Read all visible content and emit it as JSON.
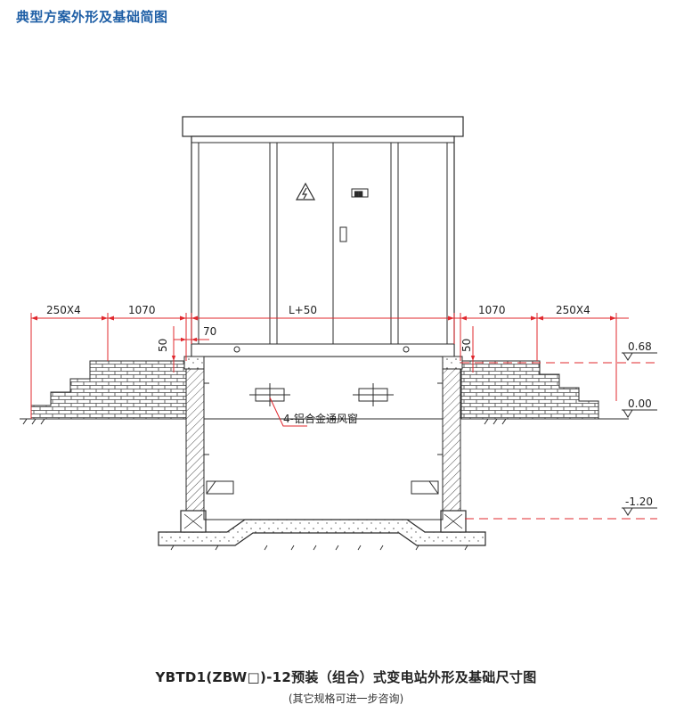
{
  "page": {
    "heading": "典型方案外形及基础简图",
    "caption": "YBTD1(ZBW□)-12预装（组合）式变电站外形及基础尺寸图",
    "note": "(其它规格可进一步咨询)"
  },
  "dimensions": {
    "left_outer": "250X4",
    "left_inner": "1070",
    "center": "L+50",
    "right_inner": "1070",
    "right_outer": "250X4",
    "gap": "70",
    "depth": "50",
    "depth_right": "50"
  },
  "elevations": {
    "top": "0.68",
    "ground": "0.00",
    "bottom": "-1.20"
  },
  "labels": {
    "vent": "4-铝合金通风窗",
    "door_plate": "██"
  },
  "colors": {
    "heading": "#1f5fa6",
    "dimension": "#e0282e",
    "line": "#2b2b2b"
  }
}
